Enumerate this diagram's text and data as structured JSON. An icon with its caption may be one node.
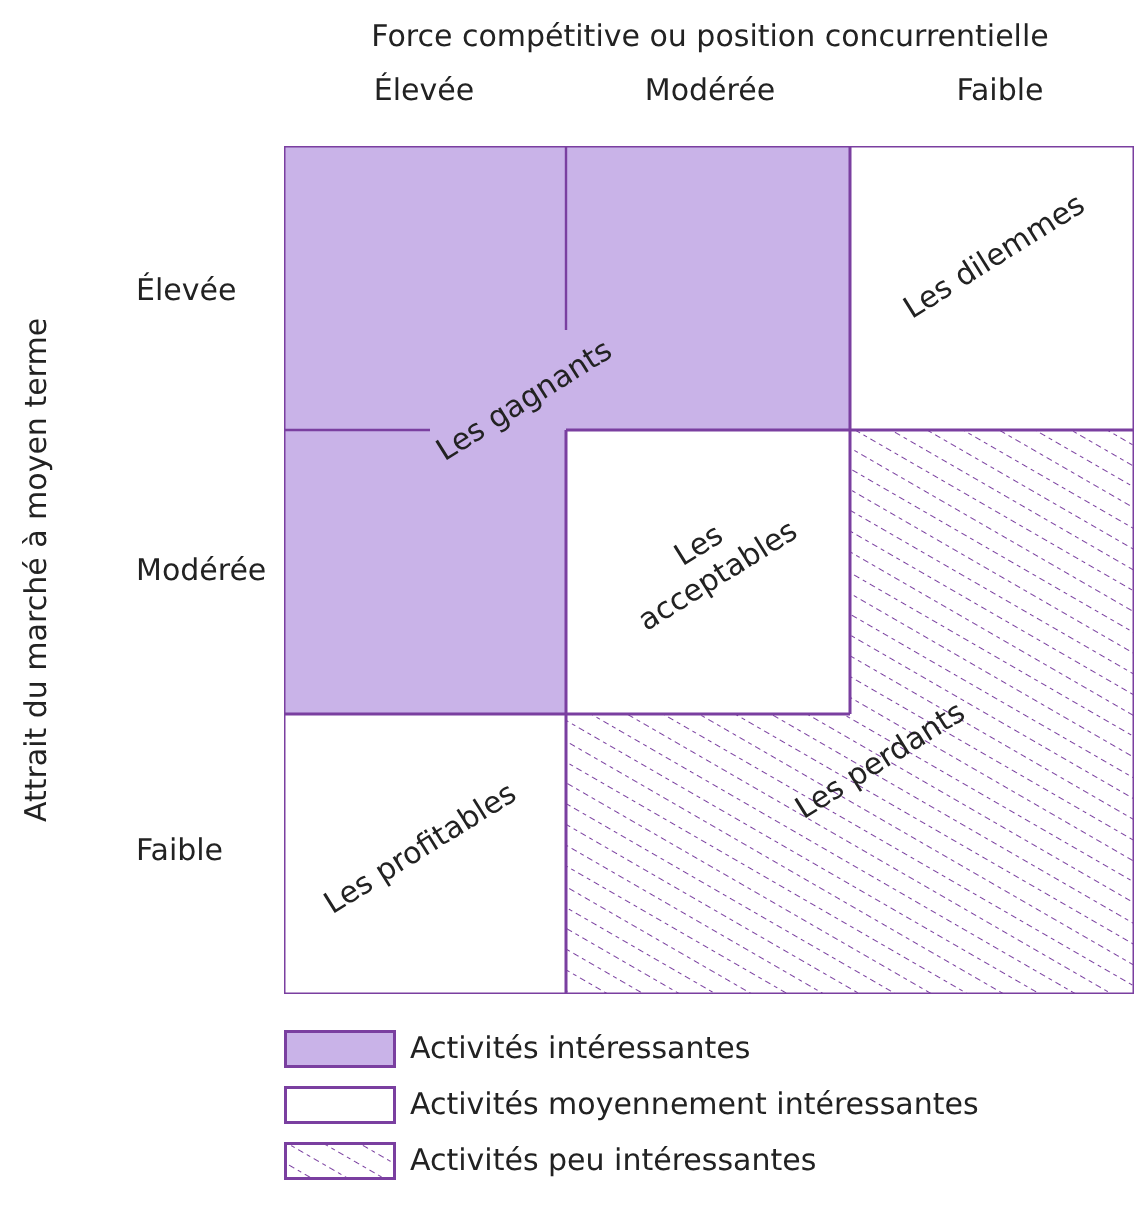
{
  "diagram": {
    "nodes": [
      {
        "text": [
          "Les gagnants"
        ]
      },
      {
        "text": [
          "Les dilemmes"
        ]
      },
      {
        "text": [
          "Les acceptables"
        ]
      },
      {
        "text": [
          "Les perdants"
        ]
      },
      {
        "text": [
          "Les profitables"
        ]
      }
    ],
    "edges": [],
    "labels": [
      "Force compétitive ou position concurrentielle",
      "Élevée",
      "Modérée",
      "Faible",
      "Attrait du marché à moyen terme",
      "Élevée",
      "Modérée",
      "Faible"
    ],
    "legend": [
      {
        "text": "Activités intéressantes",
        "color": "#c9b3e8"
      },
      {
        "text": "Activités moyennement intéressantes",
        "color": "#ffffff"
      },
      {
        "text": "Activités peu intéressantes"
      }
    ]
  }
}
